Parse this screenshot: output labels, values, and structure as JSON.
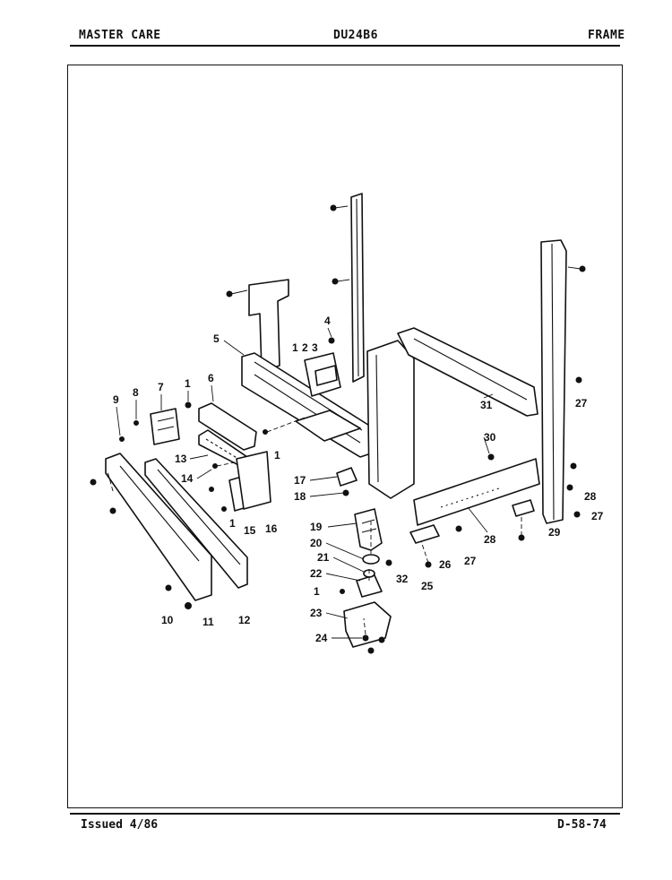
{
  "header": {
    "brand": "MASTER CARE",
    "model": "DU24B6",
    "section": "FRAME"
  },
  "footer": {
    "issued": "Issued 4/86",
    "code": "D-58-74"
  },
  "diagram": {
    "callouts": [
      "1",
      "2",
      "3",
      "4",
      "5",
      "6",
      "1",
      "7",
      "8",
      "9",
      "13",
      "14",
      "1",
      "15",
      "16",
      "17",
      "18",
      "19",
      "20",
      "21",
      "22",
      "1",
      "23",
      "24",
      "25",
      "26",
      "27",
      "28",
      "29",
      "30",
      "31",
      "27",
      "28",
      "27",
      "32",
      "10",
      "11",
      "12",
      "1"
    ]
  }
}
